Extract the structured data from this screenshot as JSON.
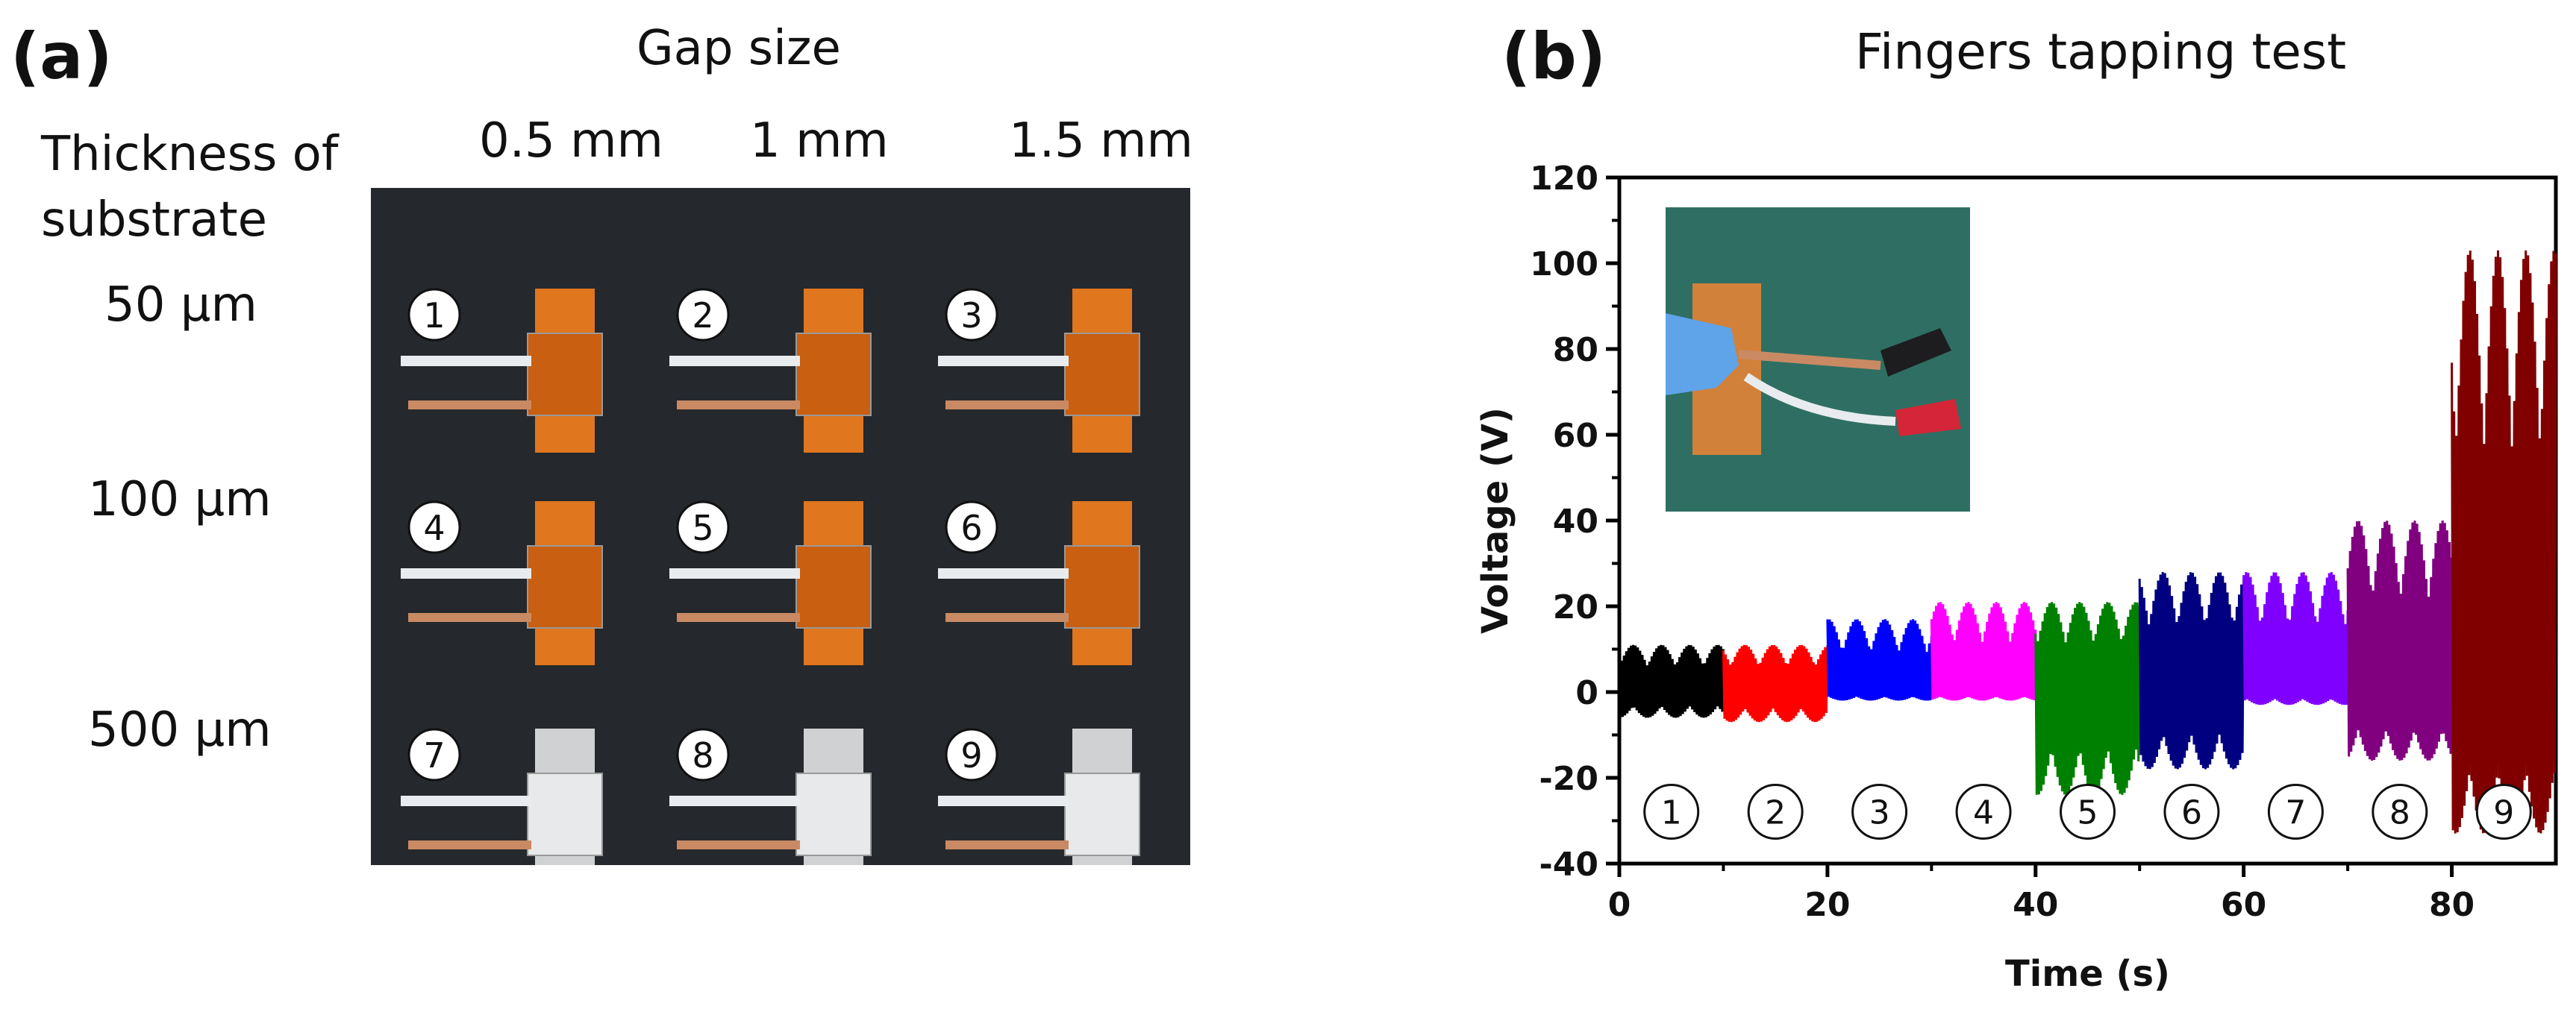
{
  "panel_a": {
    "label": "(a)",
    "header": "Gap size",
    "row_header": [
      "Thickness of",
      "substrate"
    ],
    "columns": [
      "0.5 mm",
      "1 mm",
      "1.5 mm"
    ],
    "rows": [
      "50 μm",
      "100 μm",
      "500 μm"
    ],
    "samples": [
      "1",
      "2",
      "3",
      "4",
      "5",
      "6",
      "7",
      "8",
      "9"
    ],
    "colors": {
      "kapton": "#e0761e",
      "white_sub": "#d8dadb",
      "copper": "#c98a63",
      "background": "#25282c"
    }
  },
  "panel_b": {
    "label": "(b)",
    "title": "Fingers tapping test",
    "photo_inset": true
  },
  "chart_data": {
    "type": "line",
    "title": "Fingers tapping test",
    "xlabel": "Time (s)",
    "ylabel": "Voltage (V)",
    "xlim": [
      0,
      90
    ],
    "ylim": [
      -40,
      120
    ],
    "xticks": [
      0,
      20,
      40,
      60,
      80
    ],
    "yticks": [
      -40,
      -20,
      0,
      20,
      40,
      60,
      80,
      100,
      120
    ],
    "grid": false,
    "segment_labels": [
      "1",
      "2",
      "3",
      "4",
      "5",
      "6",
      "7",
      "8",
      "9"
    ],
    "series": [
      {
        "t_start": 0,
        "t_end": 10,
        "ymax": 11,
        "ymin": -6,
        "color": "#000000"
      },
      {
        "t_start": 10,
        "t_end": 20,
        "ymax": 11,
        "ymin": -7,
        "color": "#ff0000"
      },
      {
        "t_start": 20,
        "t_end": 30,
        "ymax": 17,
        "ymin": -2,
        "color": "#0000ff"
      },
      {
        "t_start": 30,
        "t_end": 40,
        "ymax": 21,
        "ymin": -2,
        "color": "#ff00ff"
      },
      {
        "t_start": 40,
        "t_end": 50,
        "ymax": 21,
        "ymin": -24,
        "color": "#008000"
      },
      {
        "t_start": 50,
        "t_end": 60,
        "ymax": 28,
        "ymin": -18,
        "color": "#000080"
      },
      {
        "t_start": 60,
        "t_end": 70,
        "ymax": 28,
        "ymin": -3,
        "color": "#8000ff"
      },
      {
        "t_start": 70,
        "t_end": 80,
        "ymax": 40,
        "ymin": -16,
        "color": "#800080"
      },
      {
        "t_start": 80,
        "t_end": 90,
        "ymax": 103,
        "ymin": -33,
        "color": "#800000"
      }
    ]
  }
}
